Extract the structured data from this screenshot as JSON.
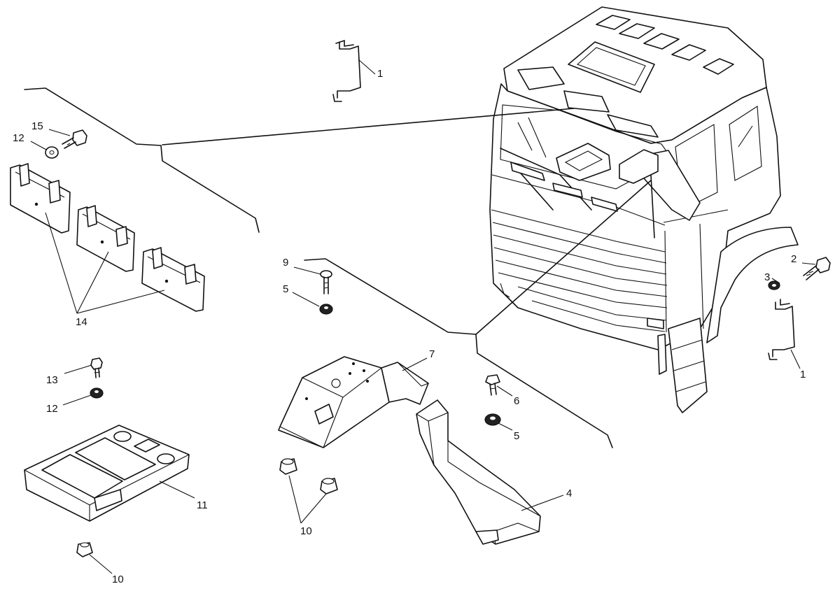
{
  "colors": {
    "ink": "#111111",
    "paper": "#ffffff"
  },
  "callouts": {
    "c1a": "1",
    "c1b": "1",
    "c2": "2",
    "c3": "3",
    "c4": "4",
    "c5a": "5",
    "c5b": "5",
    "c6": "6",
    "c7": "7",
    "c9": "9",
    "c10a": "10",
    "c10b": "10",
    "c11": "11",
    "c12a": "12",
    "c12b": "12",
    "c13": "13",
    "c14": "14",
    "c15": "15"
  }
}
